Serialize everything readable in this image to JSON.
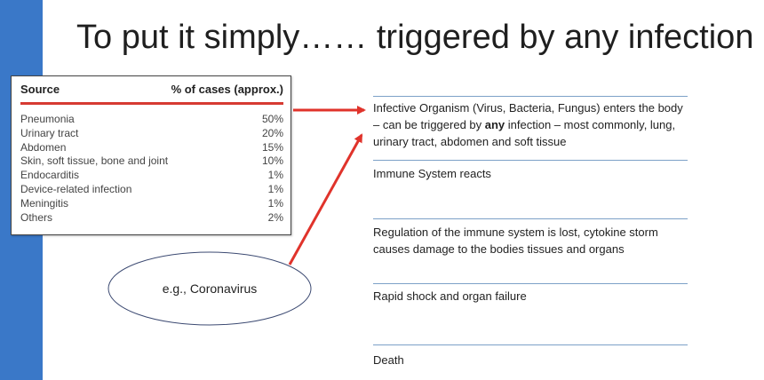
{
  "slide": {
    "title": "To put it simply…… triggered by any infection",
    "accent_color": "#3a78c8"
  },
  "source_table": {
    "headers": [
      "Source",
      "% of cases (approx.)"
    ],
    "rows": [
      {
        "source": "Pneumonia",
        "percent": "50%"
      },
      {
        "source": "Urinary tract",
        "percent": "20%"
      },
      {
        "source": "Abdomen",
        "percent": "15%"
      },
      {
        "source": "Skin, soft tissue, bone and joint",
        "percent": "10%"
      },
      {
        "source": "Endocarditis",
        "percent": "1%"
      },
      {
        "source": "Device-related infection",
        "percent": "1%"
      },
      {
        "source": "Meningitis",
        "percent": "1%"
      },
      {
        "source": "Others",
        "percent": "2%"
      }
    ],
    "rule_color": "#d63a32"
  },
  "example": {
    "label": "e.g., Coronavirus"
  },
  "steps": {
    "step1_part1": "Infective Organism (Virus, Bacteria, Fungus) enters the body – can be triggered by ",
    "step1_emphasis": "any",
    "step1_part2": " infection – most commonly, lung, urinary tract, abdomen and soft tissue",
    "step2": "Immune System reacts",
    "step3": "Regulation of the immune system is lost, cytokine storm causes damage to the bodies tissues and organs",
    "step4": "Rapid shock and organ failure",
    "step5": "Death"
  },
  "arrow_color": "#e0332b"
}
